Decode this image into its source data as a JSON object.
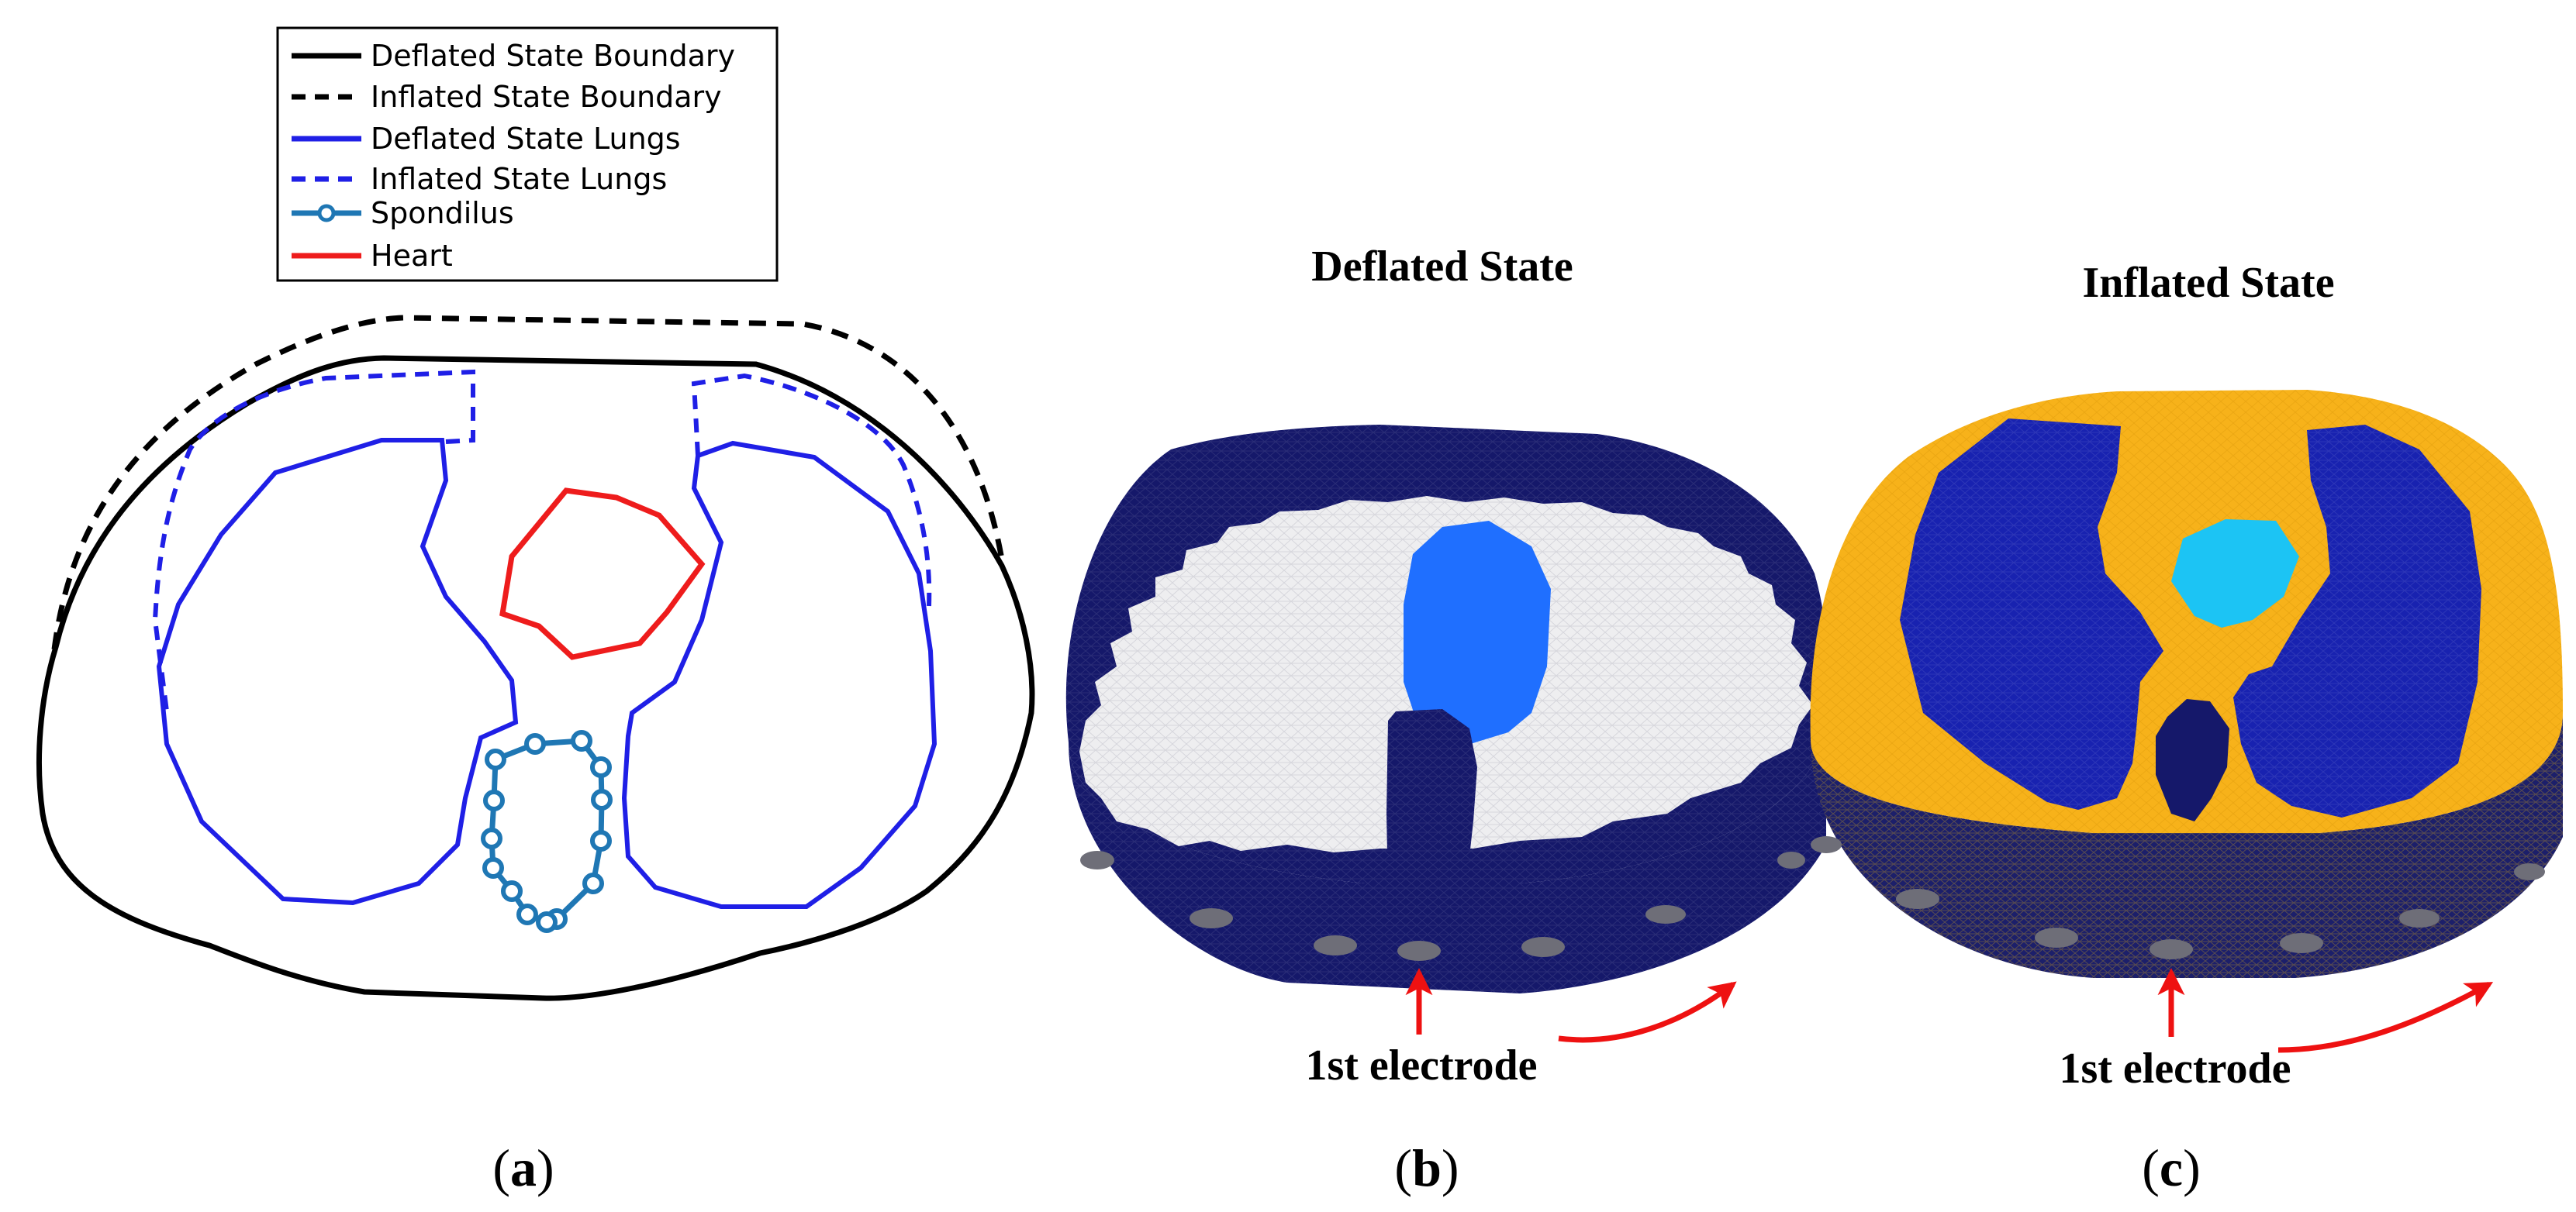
{
  "legend": {
    "items": [
      {
        "label": "Deflated State Boundary",
        "color": "#000000",
        "style": "solid"
      },
      {
        "label": "Inflated State Boundary",
        "color": "#000000",
        "style": "dashed"
      },
      {
        "label": "Deflated State Lungs",
        "color": "#1f1fe6",
        "style": "solid"
      },
      {
        "label": "Inflated State Lungs",
        "color": "#1f1fe6",
        "style": "dashed"
      },
      {
        "label": "Spondilus",
        "color": "#1f77b4",
        "style": "solid-circle-markers"
      },
      {
        "label": "Heart",
        "color": "#ee1c1c",
        "style": "solid"
      }
    ]
  },
  "panels": {
    "a": {
      "label_open": "(",
      "label_letter": "a",
      "label_close": ")"
    },
    "b": {
      "title": "Deflated State",
      "electrode": "1st electrode",
      "label_open": "(",
      "label_letter": "b",
      "label_close": ")"
    },
    "c": {
      "title": "Inflated State",
      "electrode": "1st electrode",
      "label_open": "(",
      "label_letter": "c",
      "label_close": ")"
    }
  },
  "colors": {
    "mesh_navy": "#15186a",
    "lung_blue": "#1822b0",
    "heart_blue": "#1f6fff",
    "heart_cyan": "#1cc4f4",
    "tissue_orange": "#f7b21a",
    "interior_white": "#eeeef0",
    "electrode_gray": "#6e6e78",
    "arrow_red": "#ee1111"
  }
}
